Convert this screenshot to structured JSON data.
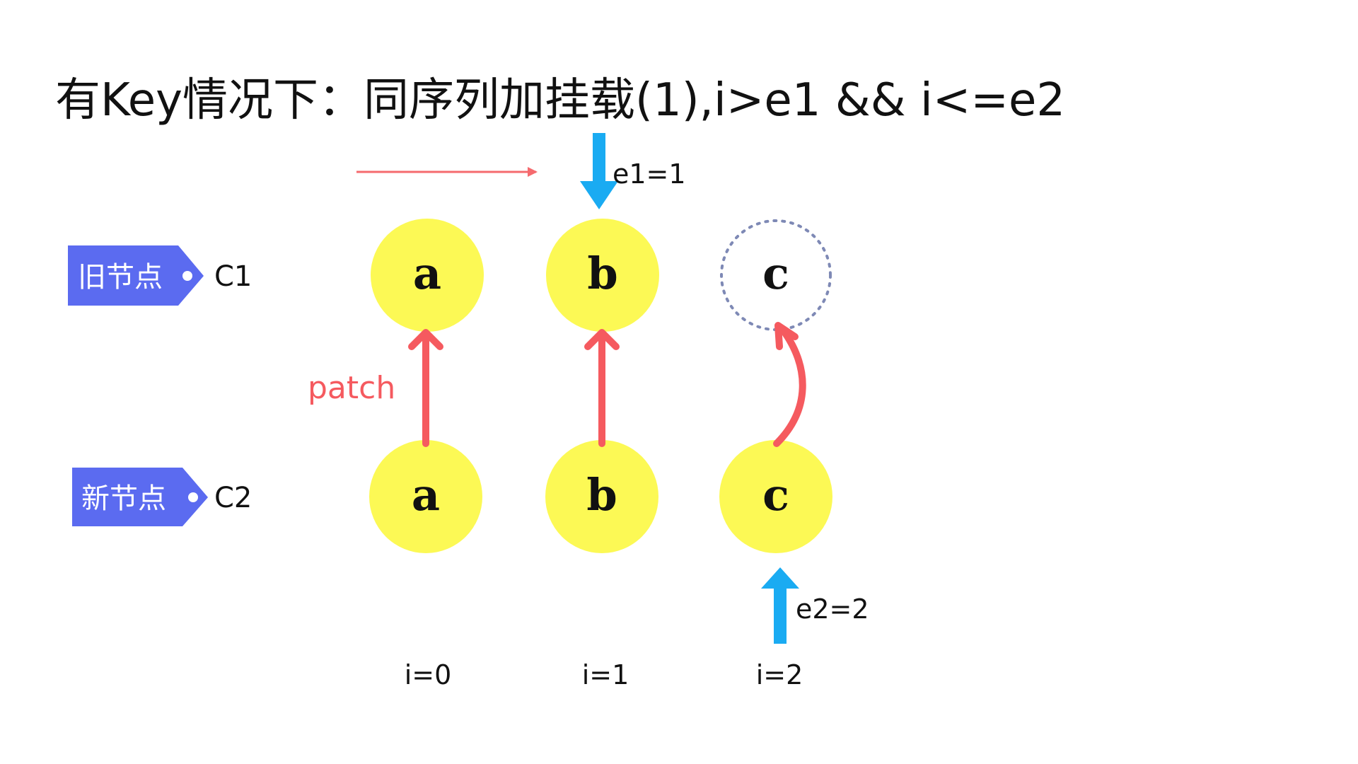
{
  "title": "有Key情况下：同序列加挂载(1),i>e1 && i<=e2",
  "colors": {
    "node_fill": "#FCF955",
    "tag_fill": "#5B6BF0",
    "pointer": "#1AABF2",
    "patch": "#F55A5F",
    "dashed": "#7E89B5",
    "traverse_arrow": "#F56A6E"
  },
  "rows": {
    "old": {
      "tag": "旧节点",
      "list": "C1"
    },
    "new": {
      "tag": "新节点",
      "list": "C2"
    }
  },
  "old_nodes": [
    {
      "label": "a",
      "state": "existing"
    },
    {
      "label": "b",
      "state": "existing"
    },
    {
      "label": "c",
      "state": "to-mount"
    }
  ],
  "new_nodes": [
    {
      "label": "a"
    },
    {
      "label": "b"
    },
    {
      "label": "c"
    }
  ],
  "patch_label": "patch",
  "pointers": {
    "e1": "e1=1",
    "e2": "e2=2"
  },
  "indices": [
    "i=0",
    "i=1",
    "i=2"
  ]
}
